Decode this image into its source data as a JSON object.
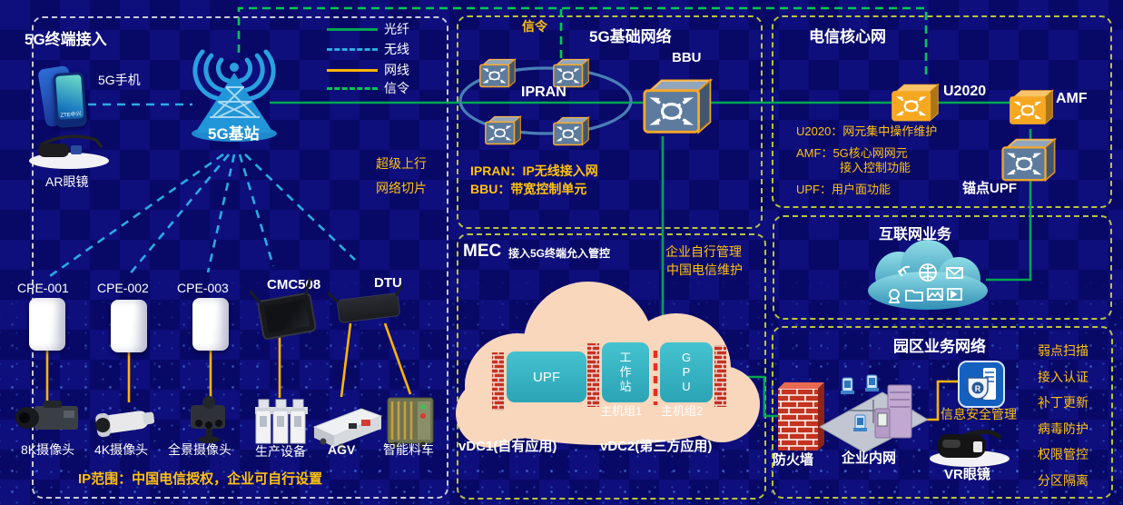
{
  "legend": {
    "items": [
      {
        "label": "光纤",
        "color": "#00a651",
        "dash": "solid"
      },
      {
        "label": "无线",
        "color": "#29abe2",
        "dash": "dashed"
      },
      {
        "label": "网线",
        "color": "#ffb407",
        "dash": "solid"
      },
      {
        "label": "信令",
        "color": "#00c853",
        "dash": "dashed"
      }
    ]
  },
  "terminal": {
    "title": "5G终端接入",
    "phone_label": "5G手机",
    "phone_logo": "ZTE中兴",
    "ar_label": "AR眼镜",
    "station_label": "5G基站",
    "notes": [
      "超级上行",
      "网络切片"
    ],
    "cpe": [
      "CPE-001",
      "CPE-002",
      "CPE-003"
    ],
    "cmc_label": "CMC508",
    "dtu_label": "DTU",
    "devices": [
      "8K摄像头",
      "4K摄像头",
      "全景摄像头",
      "生产设备",
      "AGV",
      "智能料车"
    ],
    "ip_note": "IP范围：中国电信授权，企业可自行设置"
  },
  "basic": {
    "title": "5G基础网络",
    "signal_label": "信令",
    "ipran_label": "IPRAN",
    "bbu_label": "BBU",
    "notes": [
      "IPRAN：IP无线接入网",
      "BBU：带宽控制单元"
    ]
  },
  "core": {
    "title": "电信核心网",
    "u2020_label": "U2020",
    "amf_label": "AMF",
    "anchor_upf_label": "锚点UPF",
    "notes": [
      "U2020：网元集中操作维护",
      "AMF：5G核心网网元",
      "接入控制功能",
      "UPF：用户面功能"
    ]
  },
  "internet": {
    "title": "互联网业务"
  },
  "mec": {
    "title": "MEC",
    "subtitle": "接入5G终端允入管控",
    "manage_notes": [
      "企业自行管理",
      "中国电信维护"
    ],
    "upf_label": "UPF",
    "workstation_label": "工作站",
    "gpu_label": "GPU",
    "host_groups": [
      "主机组1",
      "主机组2"
    ],
    "vdc": [
      "vDC1(自有应用)",
      "vDC2(第三方应用)"
    ]
  },
  "campus": {
    "title": "园区业务网络",
    "firewall_label": "防火墙",
    "intranet_label": "企业内网",
    "security_label": "信息安全管理",
    "vr_label": "VR眼镜",
    "features": [
      "弱点扫描",
      "接入认证",
      "补丁更新",
      "病毒防护",
      "权限管控",
      "分区隔离"
    ]
  },
  "colors": {
    "background": "#0b0b7b",
    "fiber_green": "#00a651",
    "signal_green": "#00c853",
    "wireless_blue": "#29abe2",
    "cable_orange": "#ffb407",
    "accent_yellow": "#ffc20e",
    "panel_border_lime": "#b9c43c",
    "panel_border_gray": "#c9c9dd",
    "teal_box": "#35b6c5",
    "cloud_peach": "#f9d7bd",
    "tower_blue": "#2196d8"
  }
}
